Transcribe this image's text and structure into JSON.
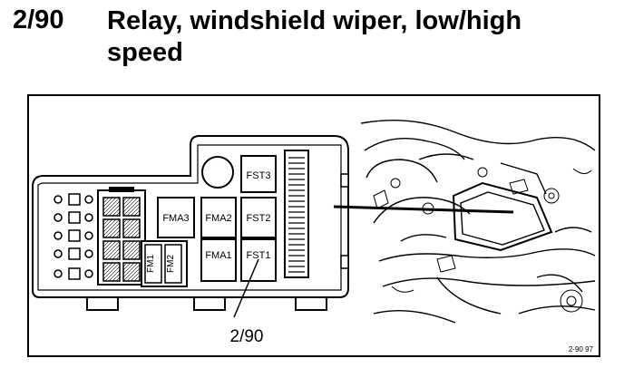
{
  "header": {
    "code": "2/90",
    "title": "Relay, windshield wiper, low/high speed"
  },
  "diagram": {
    "modules": {
      "fst3": "FST3",
      "fma3": "FMA3",
      "fma2": "FMA2",
      "fst2": "FST2",
      "fma1": "FMA1",
      "fst1": "FST1",
      "fm1": "FM1",
      "fm2": "FM2"
    },
    "callout": "2/90",
    "figure_ref": "2-90  97"
  }
}
